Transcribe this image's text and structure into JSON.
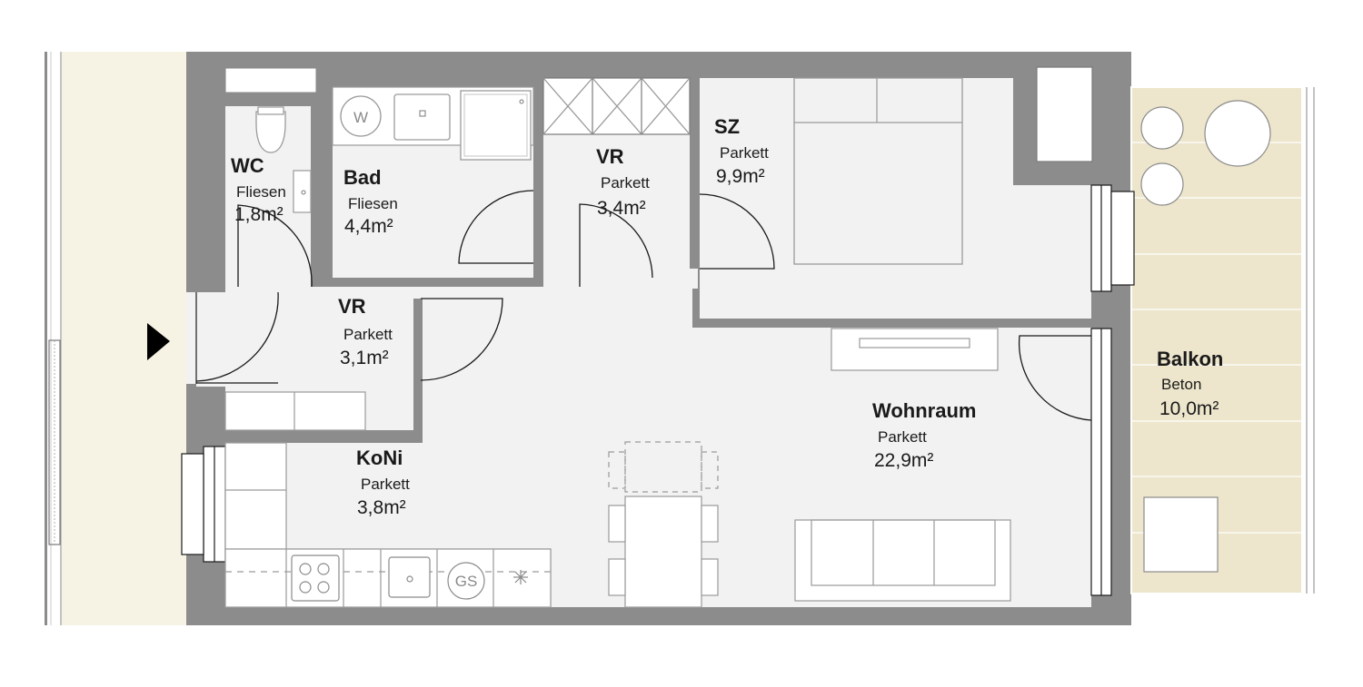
{
  "plan": {
    "colors": {
      "wall": "#8c8c8c",
      "floor": "#f2f2f2",
      "balcony": "#ede6cc",
      "corridor": "#f7f3e4",
      "entrance_marker": "#000000"
    },
    "rooms": [
      {
        "id": "wc",
        "name": "WC",
        "floor": "Fliesen",
        "area": "1,8m²"
      },
      {
        "id": "bad",
        "name": "Bad",
        "floor": "Fliesen",
        "area": "4,4m²"
      },
      {
        "id": "vr-upper",
        "name": "VR",
        "floor": "Parkett",
        "area": "3,4m²"
      },
      {
        "id": "sz",
        "name": "SZ",
        "floor": "Parkett",
        "area": "9,9m²"
      },
      {
        "id": "vr-lower",
        "name": "VR",
        "floor": "Parkett",
        "area": "3,1m²"
      },
      {
        "id": "koni",
        "name": "KoNi",
        "floor": "Parkett",
        "area": "3,8m²"
      },
      {
        "id": "wohnraum",
        "name": "Wohnraum",
        "floor": "Parkett",
        "area": "22,9m²"
      },
      {
        "id": "balkon",
        "name": "Balkon",
        "floor": "Beton",
        "area": "10,0m²"
      }
    ],
    "fixtures": {
      "washer_label": "W",
      "dishwasher_label": "GS"
    },
    "icons": [
      "entrance-arrow-icon",
      "toilet-icon",
      "washing-machine-icon",
      "sink-icon",
      "shower-icon",
      "bed-icon",
      "stove-icon",
      "fridge-icon",
      "sofa-icon",
      "dining-table-icon"
    ]
  }
}
